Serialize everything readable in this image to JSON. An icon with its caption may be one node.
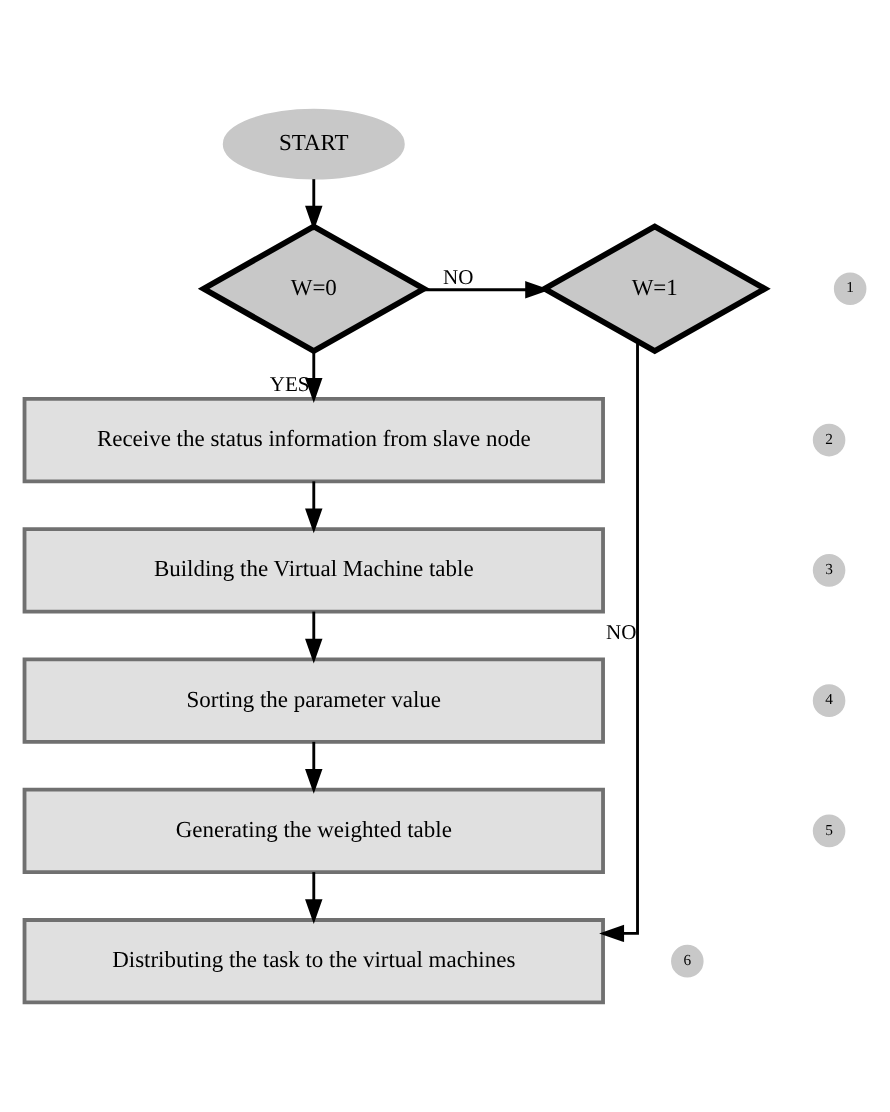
{
  "diagram": {
    "nodes": [
      {
        "text": [
          "START"
        ]
      },
      {
        "text": [
          "W=0"
        ]
      },
      {
        "text": [
          "W=1"
        ]
      },
      {
        "text": [
          "Receive the status information from slave node"
        ]
      },
      {
        "text": [
          "Building the Virtual Machine table"
        ]
      },
      {
        "text": [
          "Sorting the parameter value"
        ]
      },
      {
        "text": [
          "Generating the weighted table"
        ]
      },
      {
        "text": [
          "Distributing the task to the virtual machines"
        ]
      },
      {
        "text": [
          "1"
        ]
      },
      {
        "text": [
          "2"
        ]
      },
      {
        "text": [
          "3"
        ]
      },
      {
        "text": [
          "4"
        ]
      },
      {
        "text": [
          "5"
        ]
      },
      {
        "text": [
          "6"
        ]
      }
    ],
    "edges": [
      {
        "from": 0,
        "to": 1,
        "arrow": "to"
      },
      {
        "from": 1,
        "to": 2,
        "arrow": "to",
        "label": "NO"
      },
      {
        "from": 1,
        "to": 3,
        "arrow": "to",
        "label": "YES"
      },
      {
        "from": 3,
        "to": 4,
        "arrow": "to"
      },
      {
        "from": 4,
        "to": 5,
        "arrow": "to"
      },
      {
        "from": 5,
        "to": 6,
        "arrow": "to"
      },
      {
        "from": 6,
        "to": 7,
        "arrow": "to"
      },
      {
        "from": 2,
        "to": 7,
        "arrow": "to",
        "label": "NO"
      }
    ]
  }
}
